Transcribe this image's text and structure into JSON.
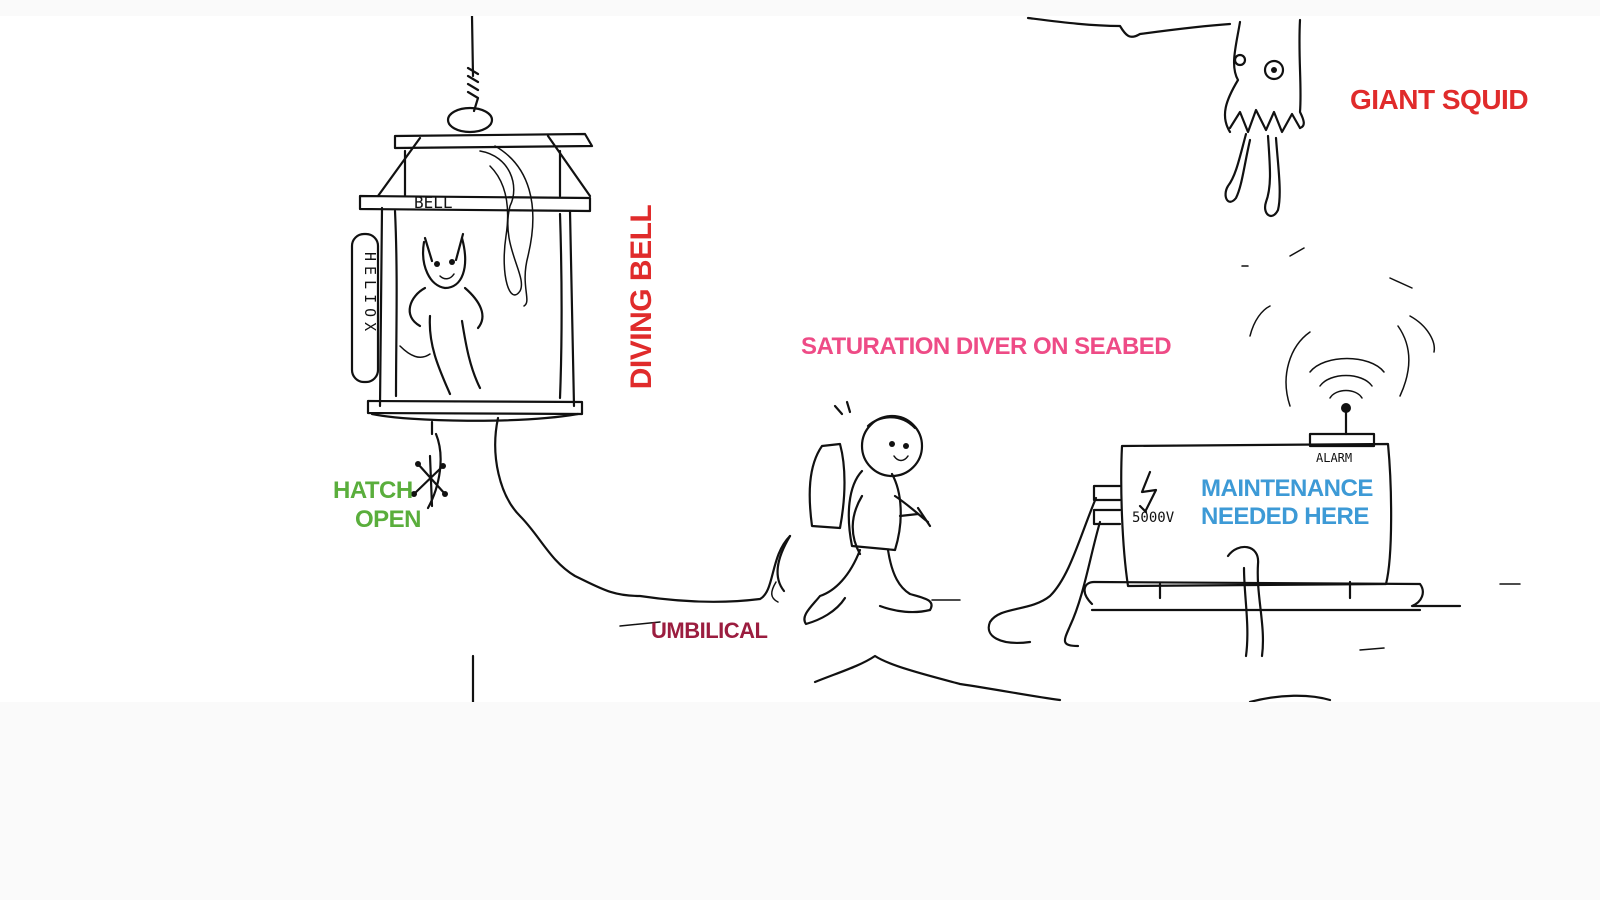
{
  "labels": {
    "giant_squid": "GIANT SQUID",
    "diving_bell": "DIVING BELL",
    "saturation_diver": "SATURATION DIVER ON SEABED",
    "hatch_line1": "HATCH",
    "hatch_line2": "OPEN",
    "umbilical": "UMBILICAL",
    "maintenance_line1": "MAINTENANCE",
    "maintenance_line2": "NEEDED HERE"
  },
  "drawing_text": {
    "bell": "BELL",
    "heliox": "HELIOX",
    "alarm": "ALARM",
    "voltage": "5000V"
  },
  "colors": {
    "giant_squid": "#e02b2b",
    "diving_bell": "#e02b2b",
    "saturation_diver": "#ee4b86",
    "hatch": "#5aae3c",
    "umbilical": "#9b1d3f",
    "maintenance": "#3d9ad6",
    "ink": "#111111",
    "background": "#ffffff",
    "page": "#fafafa"
  }
}
